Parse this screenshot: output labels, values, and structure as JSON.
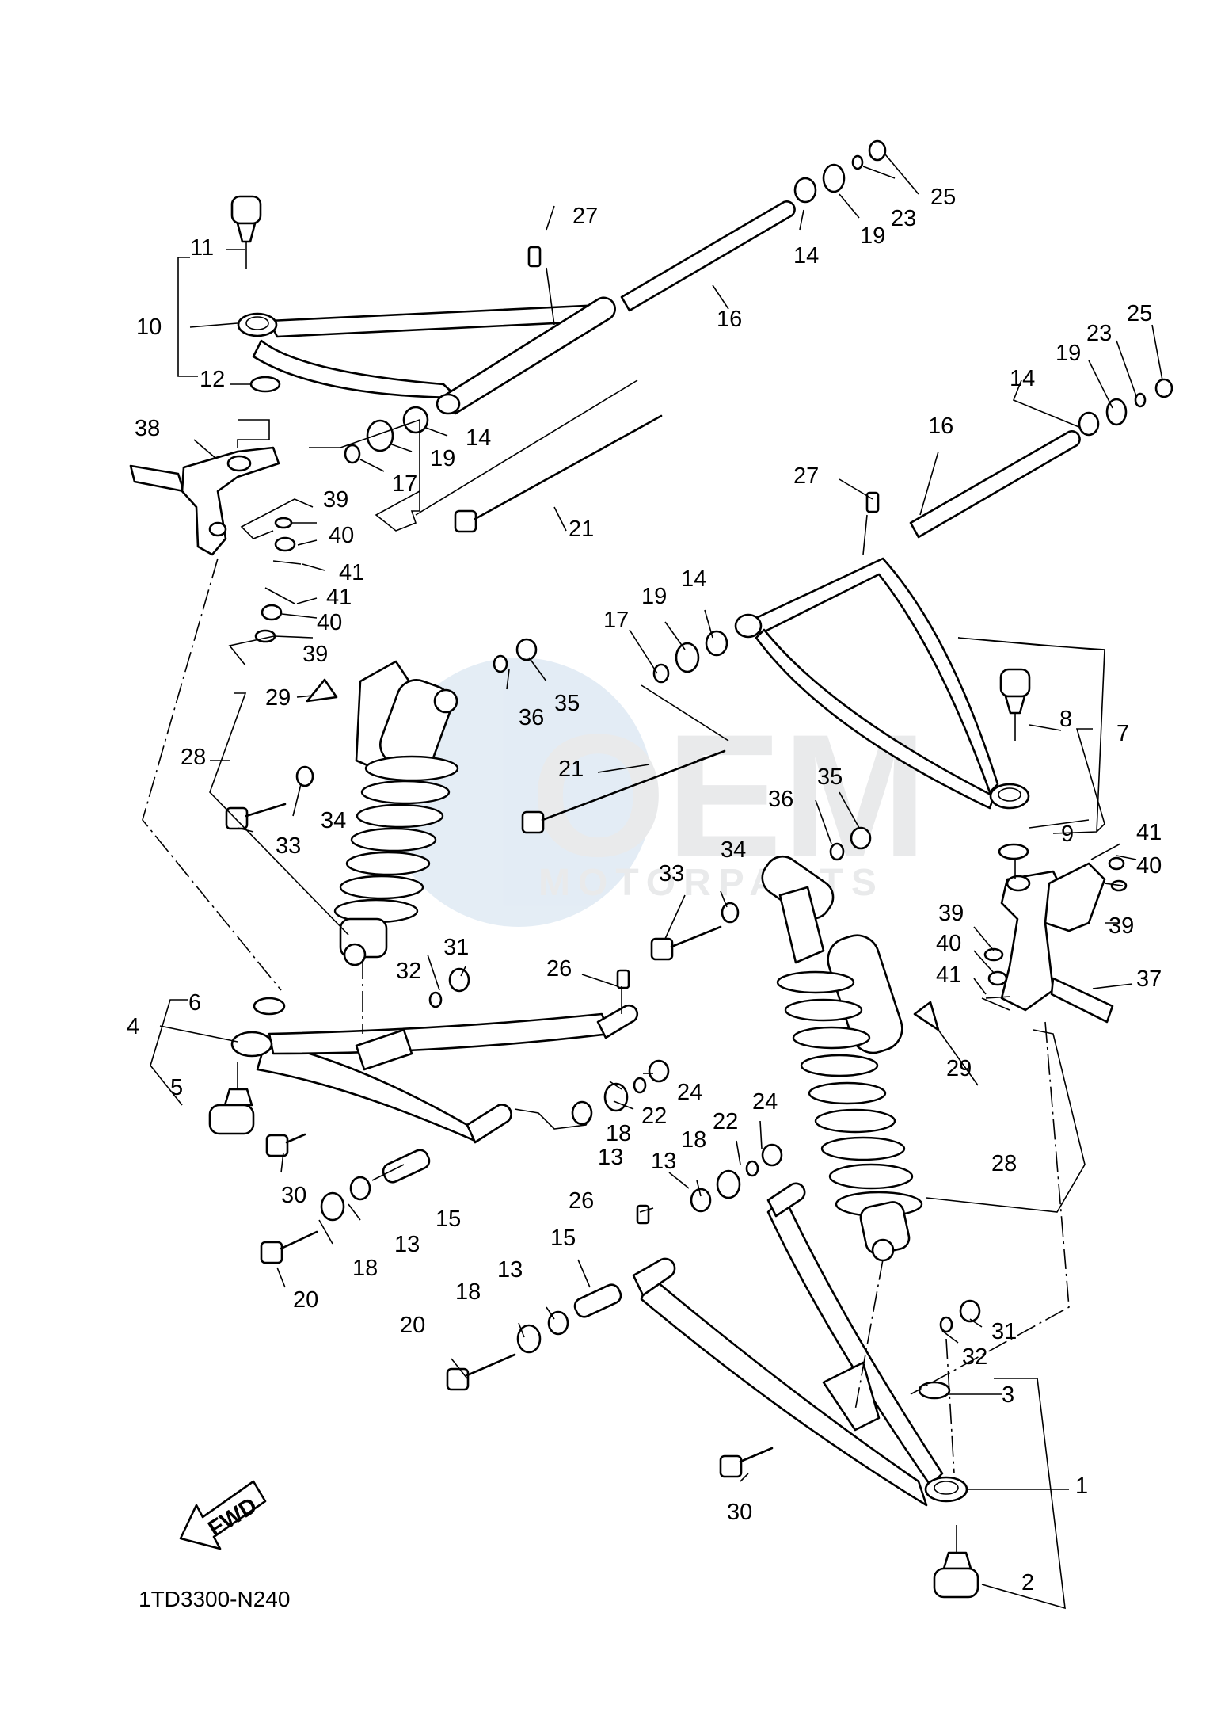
{
  "diagram_code": "1TD3300-N240",
  "direction_arrow_text": "FWD",
  "watermark": {
    "brand": "OEM",
    "subtitle": "MOTORPARTS"
  },
  "callouts": {
    "c1": "1",
    "c2": "2",
    "c3": "3",
    "c4": "4",
    "c5": "5",
    "c6": "6",
    "c7": "7",
    "c8": "8",
    "c9": "9",
    "c10": "10",
    "c11": "11",
    "c12": "12",
    "c13a": "13",
    "c13b": "13",
    "c13c": "13",
    "c13d": "13",
    "c14a": "14",
    "c14b": "14",
    "c14c": "14",
    "c14d": "14",
    "c15a": "15",
    "c15b": "15",
    "c16a": "16",
    "c16b": "16",
    "c17a": "17",
    "c17b": "17",
    "c18a": "18",
    "c18b": "18",
    "c18c": "18",
    "c18d": "18",
    "c19a": "19",
    "c19b": "19",
    "c19c": "19",
    "c19d": "19",
    "c20a": "20",
    "c20b": "20",
    "c21a": "21",
    "c21b": "21",
    "c22a": "22",
    "c22b": "22",
    "c23a": "23",
    "c23b": "23",
    "c24a": "24",
    "c24b": "24",
    "c25a": "25",
    "c25b": "25",
    "c26a": "26",
    "c26b": "26",
    "c27a": "27",
    "c27b": "27",
    "c28a": "28",
    "c28b": "28",
    "c29a": "29",
    "c29b": "29",
    "c30a": "30",
    "c30b": "30",
    "c31a": "31",
    "c31b": "31",
    "c32a": "32",
    "c32b": "32",
    "c33a": "33",
    "c33b": "33",
    "c34a": "34",
    "c34b": "34",
    "c35a": "35",
    "c35b": "35",
    "c36a": "36",
    "c36b": "36",
    "c37": "37",
    "c38": "38",
    "c39a": "39",
    "c39b": "39",
    "c39c": "39",
    "c39d": "39",
    "c40a": "40",
    "c40b": "40",
    "c40c": "40",
    "c40d": "40",
    "c41a": "41",
    "c41b": "41",
    "c41c": "41",
    "c41d": "41"
  }
}
